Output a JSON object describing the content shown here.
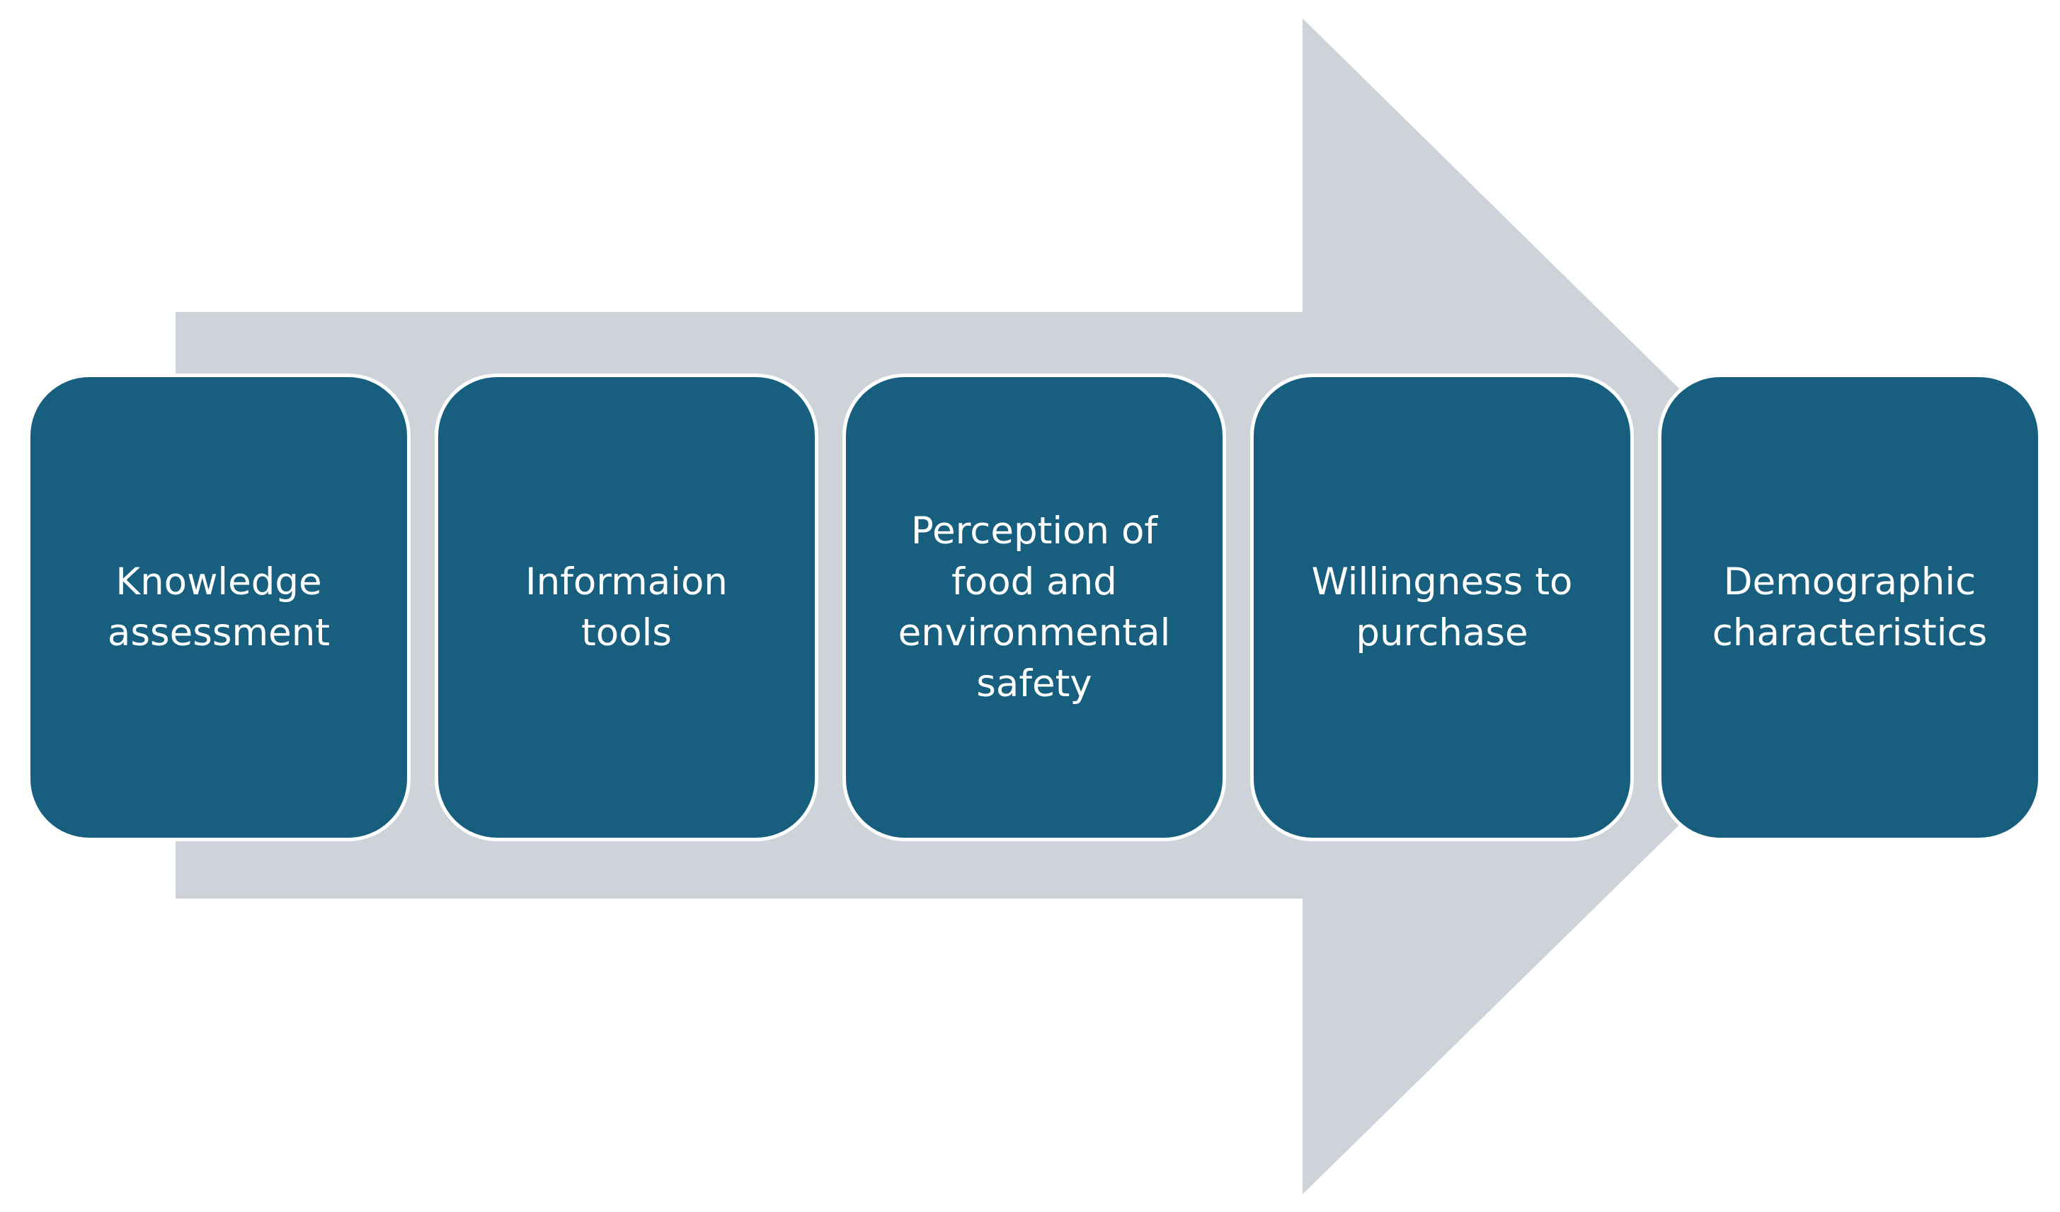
{
  "colors": {
    "background": "#ffffff",
    "arrow_fill": "#ced3da",
    "box_fill": "#175e7f",
    "box_border": "#ffffff",
    "box_text": "#ffffff"
  },
  "icons": {
    "arrow": "right-arrow-icon"
  },
  "steps": [
    {
      "label": "Knowledge\nassessment"
    },
    {
      "label": "Informaion\ntools"
    },
    {
      "label": "Perception of\nfood and\nenvironmental\nsafety"
    },
    {
      "label": "Willingness to\npurchase"
    },
    {
      "label": "Demographic\ncharacteristics"
    }
  ]
}
